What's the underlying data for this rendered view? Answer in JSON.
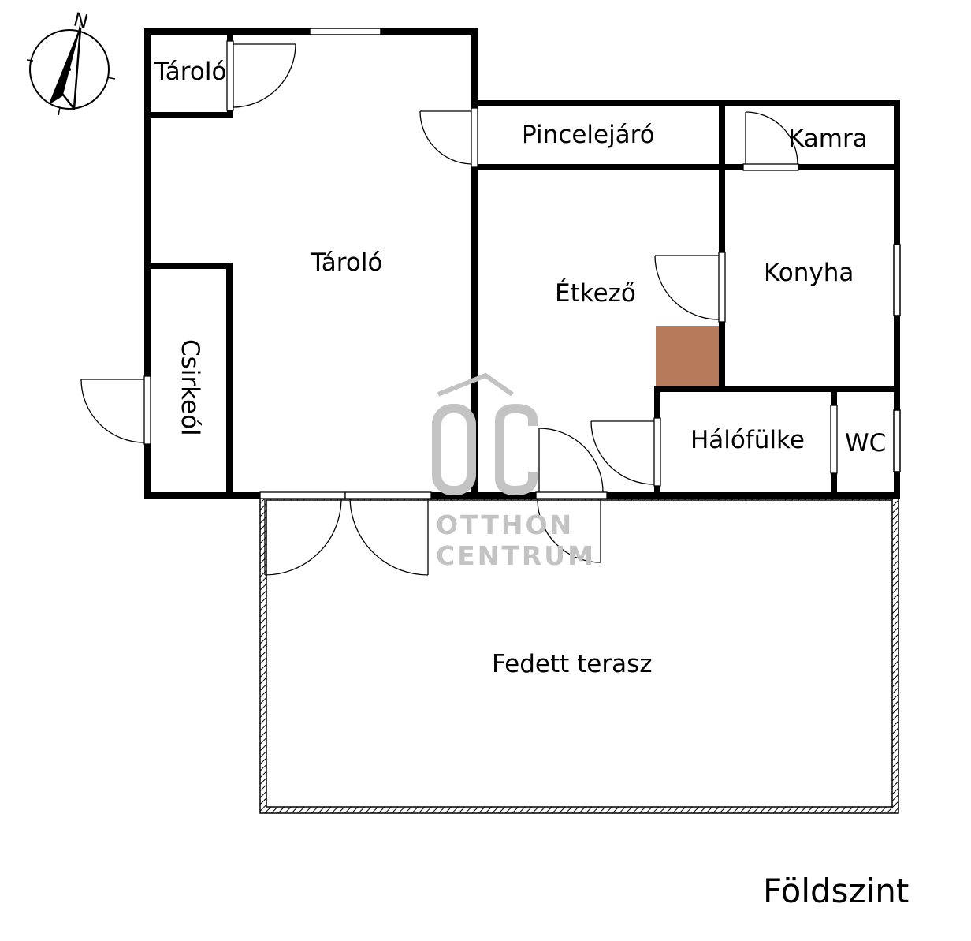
{
  "rooms": {
    "storage_small": "Tároló",
    "storage_main": "Tároló",
    "chicken_coop": "Csirkeól",
    "cellar_entrance": "Pincelejáró",
    "pantry": "Kamra",
    "dining": "Étkező",
    "kitchen": "Konyha",
    "sleeping_nook": "Hálófülke",
    "wc": "WC",
    "covered_terrace": "Fedett terasz"
  },
  "floor_label": "Földszint",
  "compass": {
    "label": "N"
  },
  "watermark": {
    "monogram": "OC",
    "line1": "OTTHON",
    "line2": "CENTRUM",
    "color": "#c3c3c3"
  },
  "colors": {
    "wall": "#000000",
    "chimney": "#b57b5b",
    "background": "#ffffff"
  }
}
